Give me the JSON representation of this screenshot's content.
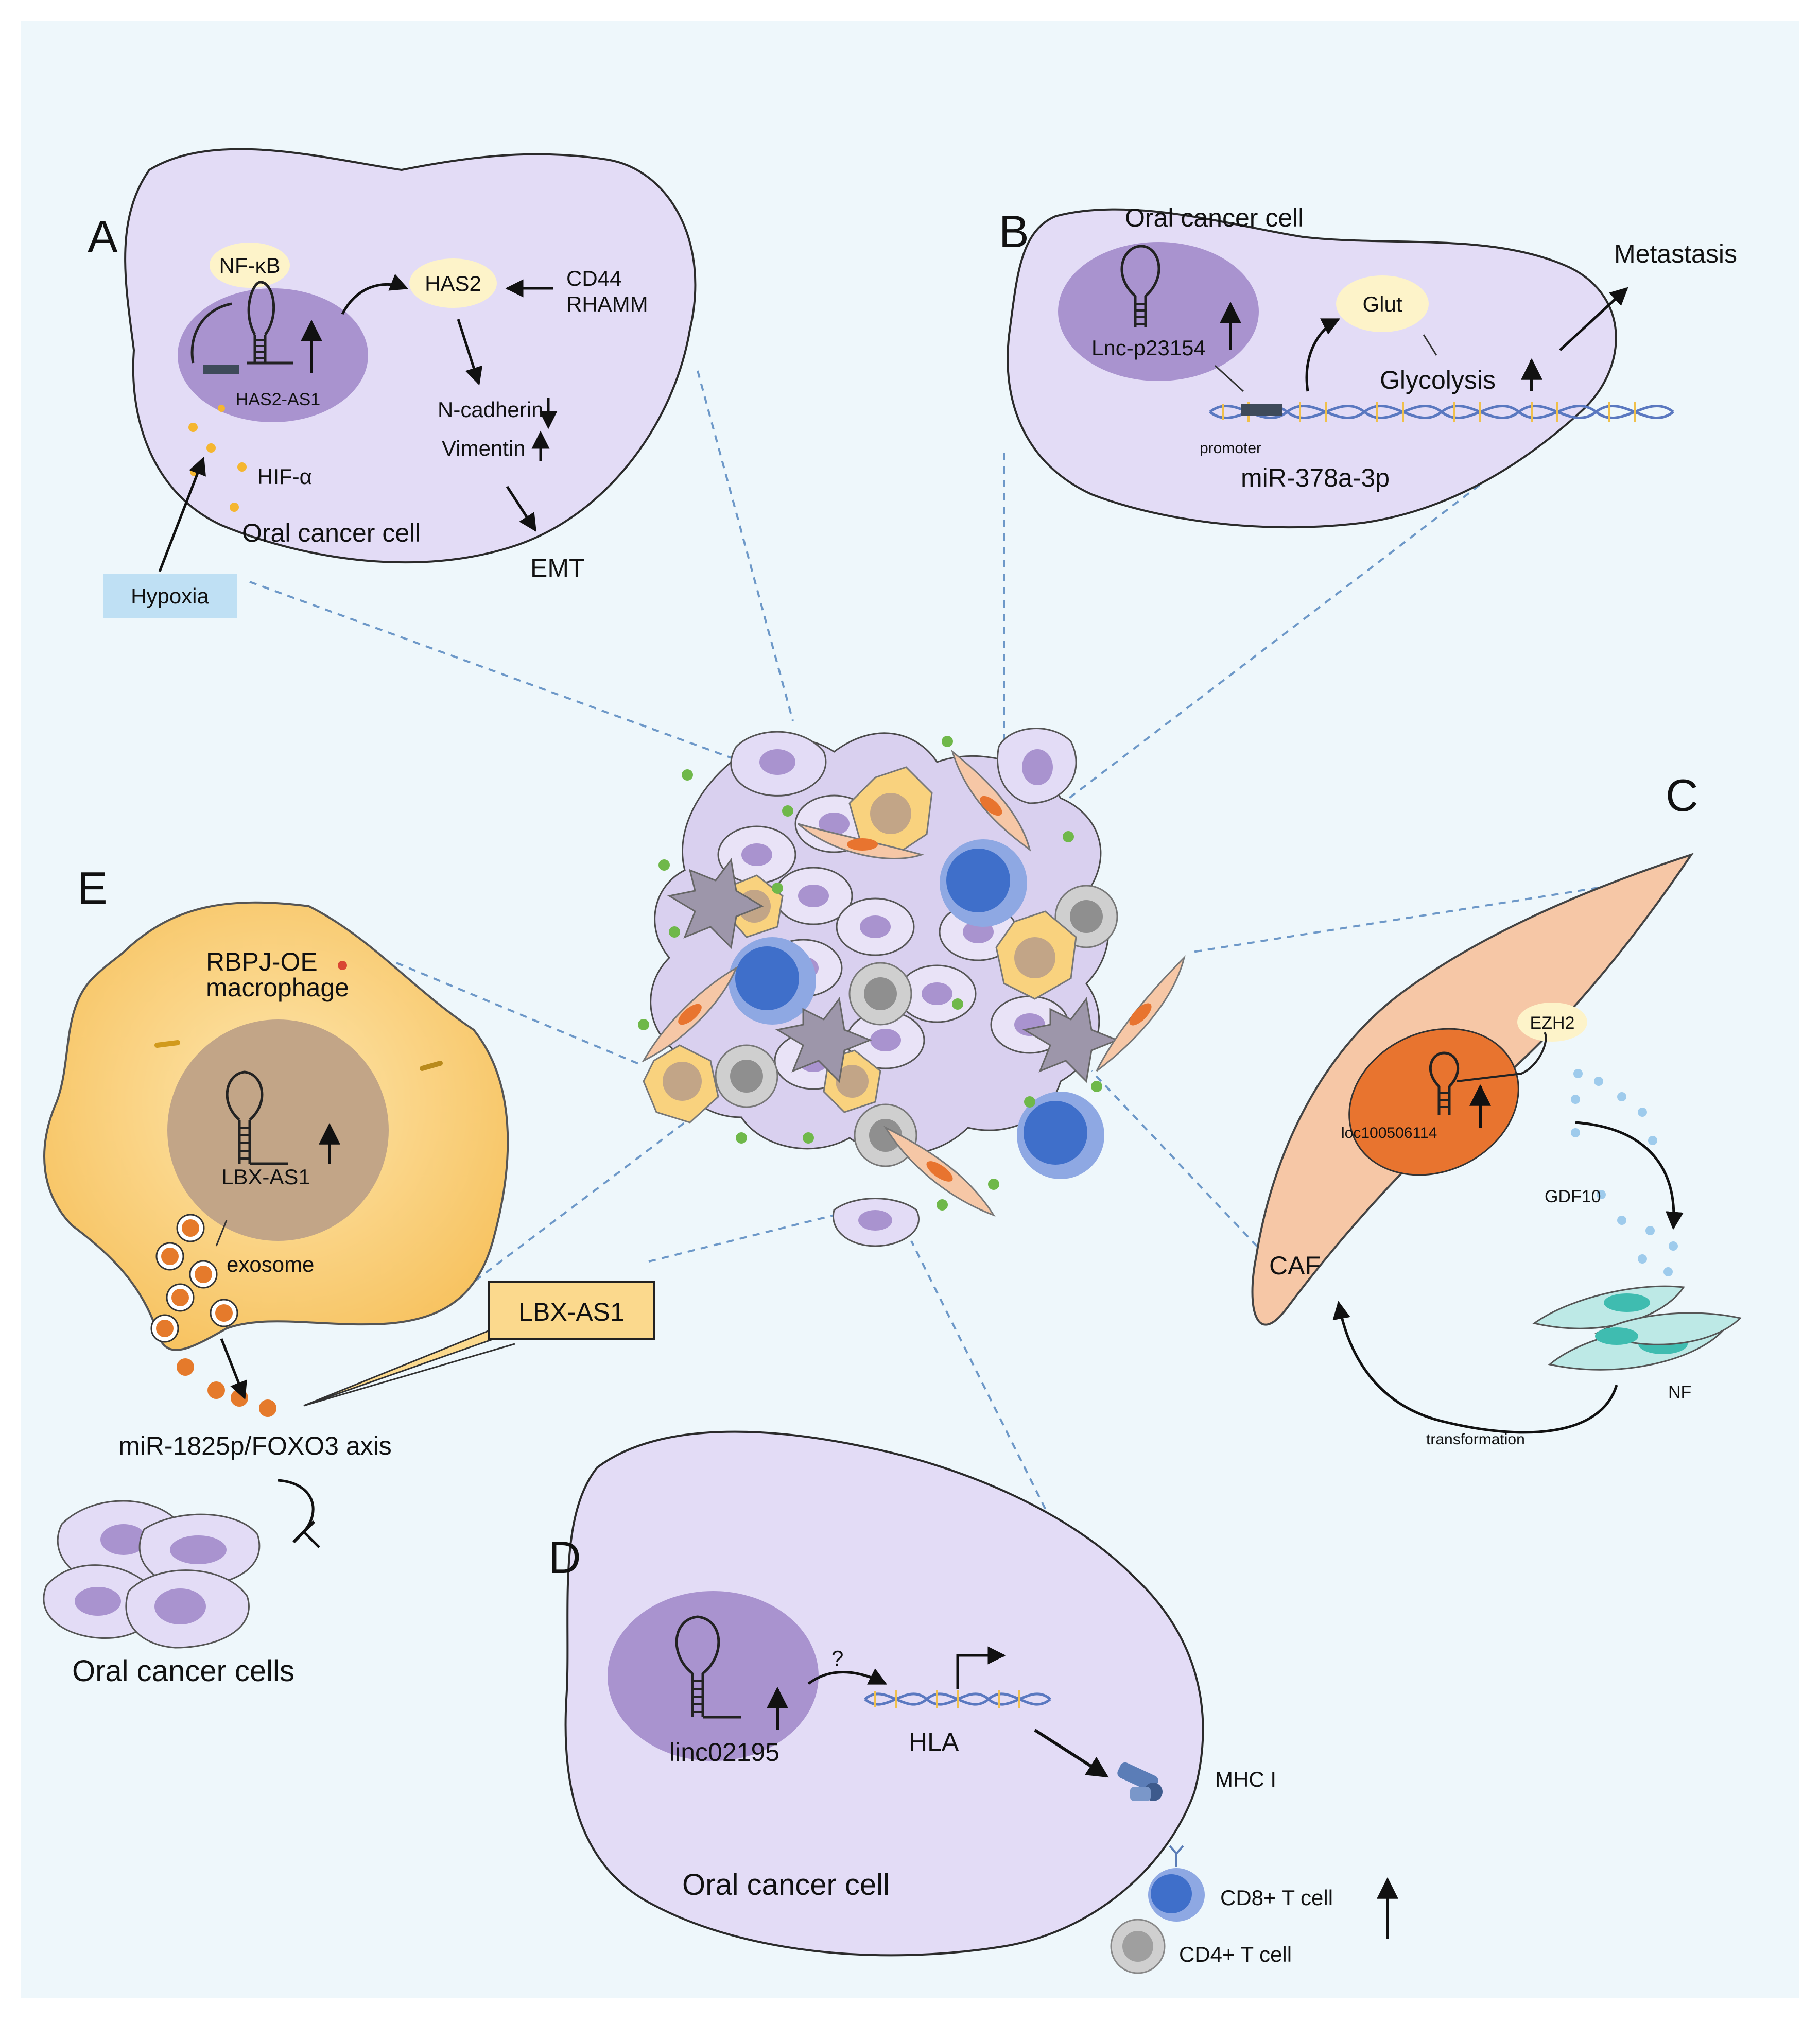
{
  "panels": {
    "a": "A",
    "b": "B",
    "c": "C",
    "d": "D",
    "e": "E"
  },
  "panel_a": {
    "nfkb": "NF-κB",
    "has2": "HAS2",
    "cd44": "CD44",
    "rhamm": "RHAMM",
    "has2_as1": "HAS2-AS1",
    "ncadherin": "N-cadherin",
    "vimentin": "Vimentin",
    "hif": "HIF-α",
    "cell": "Oral cancer cell",
    "emt": "EMT",
    "hypoxia": "Hypoxia"
  },
  "panel_b": {
    "cell": "Oral cancer cell",
    "metastasis": "Metastasis",
    "glut": "Glut",
    "lnc": "Lnc-p23154",
    "glycolysis": "Glycolysis",
    "promoter": "promoter",
    "mir": "miR-378a-3p"
  },
  "panel_c": {
    "ezh2": "EZH2",
    "loc": "loc100506114",
    "gdf10": "GDF10",
    "caf": "CAF",
    "nf": "NF",
    "transformation": "transformation"
  },
  "panel_d": {
    "linc": "linc02195",
    "question": "?",
    "hla": "HLA",
    "mhc": "MHC I",
    "cd8": "CD8+ T cell",
    "cd4": "CD4+ T cell",
    "cell": "Oral cancer cell"
  },
  "panel_e": {
    "macrophage_line1": "RBPJ-OE",
    "macrophage_line2": "macrophage",
    "lbx": "LBX-AS1",
    "exosome": "exosome",
    "callout": "LBX-AS1",
    "axis": "miR-1825p/FOXO3 axis",
    "cells": "Oral cancer cells"
  },
  "colors": {
    "background": "#eef7fb",
    "cancer_cell": "#e3dcf6",
    "cancer_nucleus": "#a993cf",
    "macrophage": "#f9d27e",
    "macrophage_nucleus": "#c2a587",
    "caf": "#f6c7a6",
    "caf_nucleus": "#e8742f",
    "normal_fibroblast": "#bde9e6",
    "t_cell_cd8": "#3f6fca",
    "t_cell_cd4": "#b9b9b9",
    "hypoxia_box": "#bfe0f4",
    "callout_box": "#fbd98d",
    "exosome": "#e57a2b",
    "hif_dots": "#f5b630",
    "green_dots": "#6fb84a"
  }
}
